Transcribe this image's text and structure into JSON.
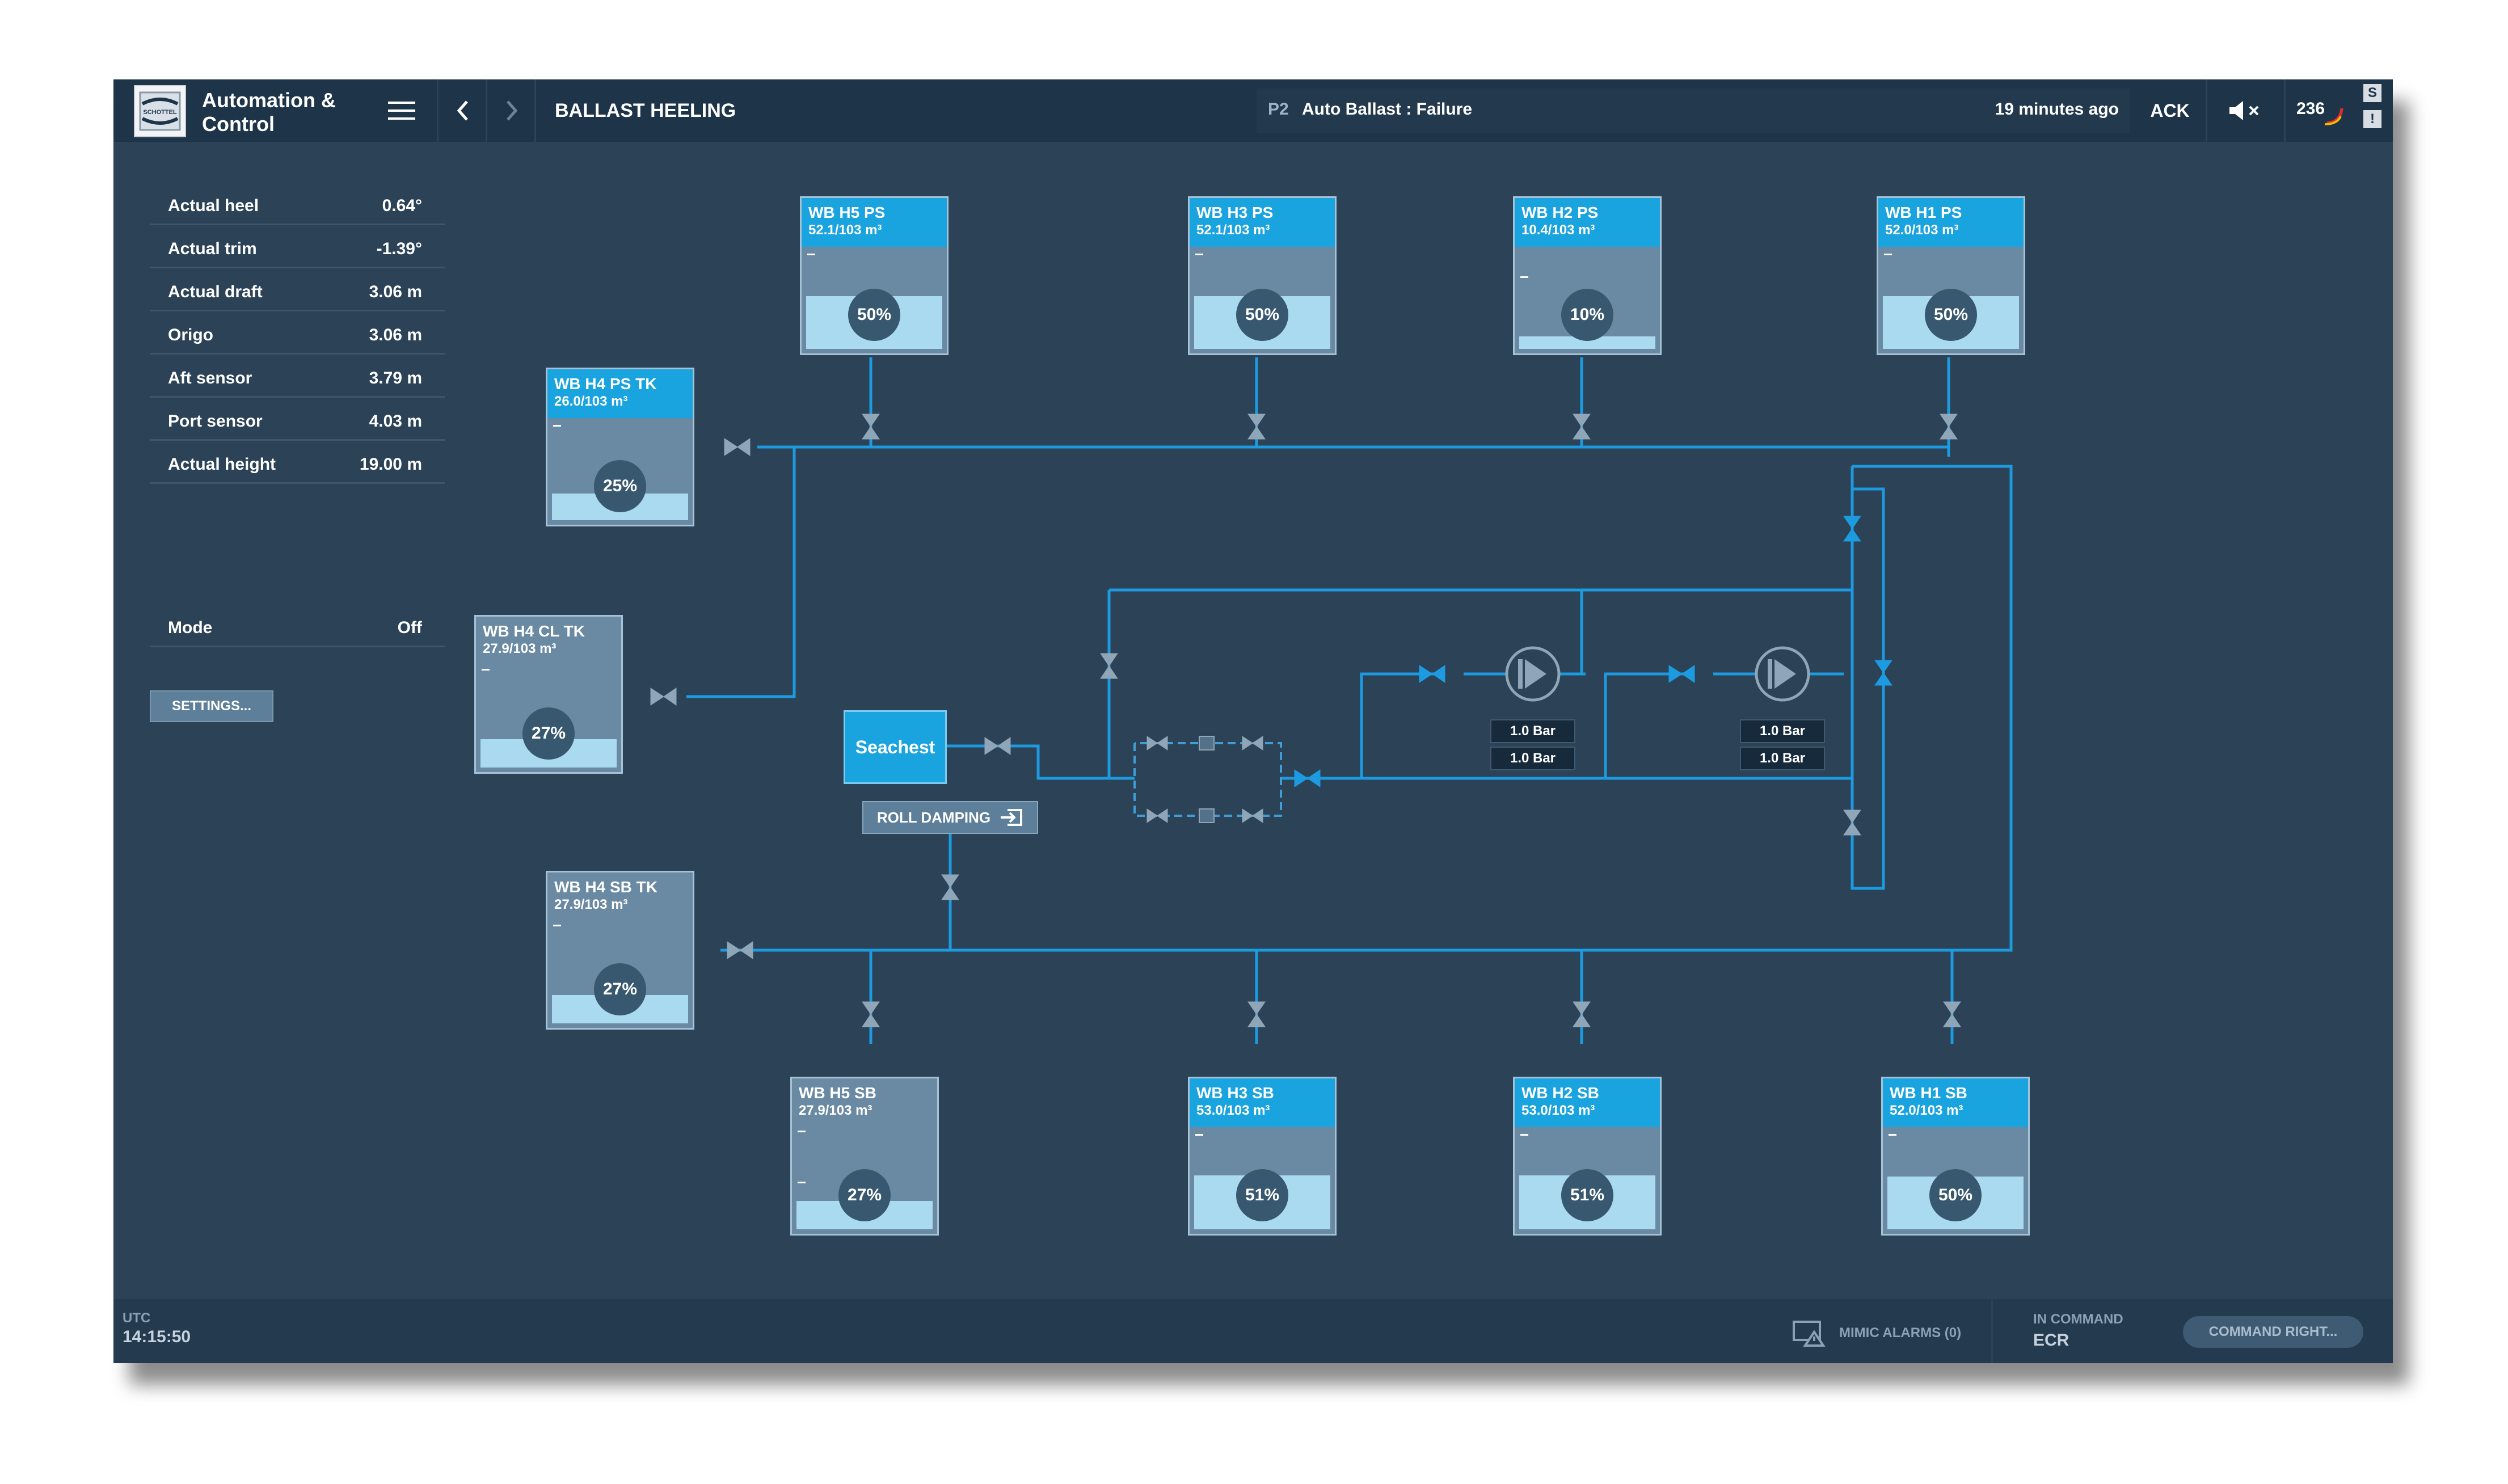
{
  "app": {
    "name": "Automation & Control",
    "logo_text": "SCHOTTEL"
  },
  "header": {
    "page_title": "BALLAST HEELING",
    "alarm_priority": "P2",
    "alarm_text": "Auto Ballast : Failure",
    "alarm_time": "19 minutes ago",
    "ack_label": "ACK",
    "alarm_count": "236",
    "side_badge_top": "S",
    "side_badge_bottom": "!"
  },
  "readouts": [
    {
      "label": "Actual heel",
      "value": "0.64°"
    },
    {
      "label": "Actual trim",
      "value": "-1.39°"
    },
    {
      "label": "Actual draft",
      "value": "3.06 m"
    },
    {
      "label": "Origo",
      "value": "3.06 m"
    },
    {
      "label": "Aft sensor",
      "value": "3.79 m"
    },
    {
      "label": "Port sensor",
      "value": "4.03 m"
    },
    {
      "label": "Actual height",
      "value": "19.00 m"
    }
  ],
  "mode": {
    "label": "Mode",
    "value": "Off"
  },
  "settings_label": "SETTINGS...",
  "tanks": [
    {
      "name": "WB H5 PS",
      "volume": "52.1/103 m³",
      "percent": "50%",
      "fill": 0.5,
      "header": "blue"
    },
    {
      "name": "WB H3 PS",
      "volume": "52.1/103 m³",
      "percent": "50%",
      "fill": 0.5,
      "header": "blue"
    },
    {
      "name": "WB H2 PS",
      "volume": "10.4/103 m³",
      "percent": "10%",
      "fill": 0.1,
      "header": "blue"
    },
    {
      "name": "WB H1 PS",
      "volume": "52.0/103 m³",
      "percent": "50%",
      "fill": 0.5,
      "header": "blue"
    },
    {
      "name": "WB H4 PS TK",
      "volume": "26.0/103 m³",
      "percent": "25%",
      "fill": 0.25,
      "header": "blue"
    },
    {
      "name": "WB H4 CL TK",
      "volume": "27.9/103 m³",
      "percent": "27%",
      "fill": 0.27,
      "header": "grey"
    },
    {
      "name": "WB H4 SB TK",
      "volume": "27.9/103 m³",
      "percent": "27%",
      "fill": 0.27,
      "header": "grey"
    },
    {
      "name": "WB H5 SB",
      "volume": "27.9/103 m³",
      "percent": "27%",
      "fill": 0.27,
      "header": "grey"
    },
    {
      "name": "WB H3 SB",
      "volume": "53.0/103 m³",
      "percent": "51%",
      "fill": 0.51,
      "header": "blue"
    },
    {
      "name": "WB H2 SB",
      "volume": "53.0/103 m³",
      "percent": "51%",
      "fill": 0.51,
      "header": "blue"
    },
    {
      "name": "WB H1 SB",
      "volume": "52.0/103 m³",
      "percent": "50%",
      "fill": 0.5,
      "header": "blue"
    }
  ],
  "seachest_label": "Seachest",
  "roll_damping_label": "ROLL DAMPING",
  "pumps": [
    {
      "pressure_1": "1.0 Bar",
      "pressure_2": "1.0 Bar"
    },
    {
      "pressure_1": "1.0 Bar",
      "pressure_2": "1.0 Bar"
    }
  ],
  "footer": {
    "tz_label": "UTC",
    "time": "14:15:50",
    "mimic_alarms": "MIMIC ALARMS (0)",
    "in_command_label": "IN COMMAND",
    "in_command_value": "ECR",
    "command_right_label": "COMMAND RIGHT..."
  },
  "colors": {
    "background": "#2b4257",
    "topbar": "#1e3449",
    "accent": "#19a3df",
    "pipe": "#1c9be0",
    "tank_fill": "#a9daf0"
  }
}
